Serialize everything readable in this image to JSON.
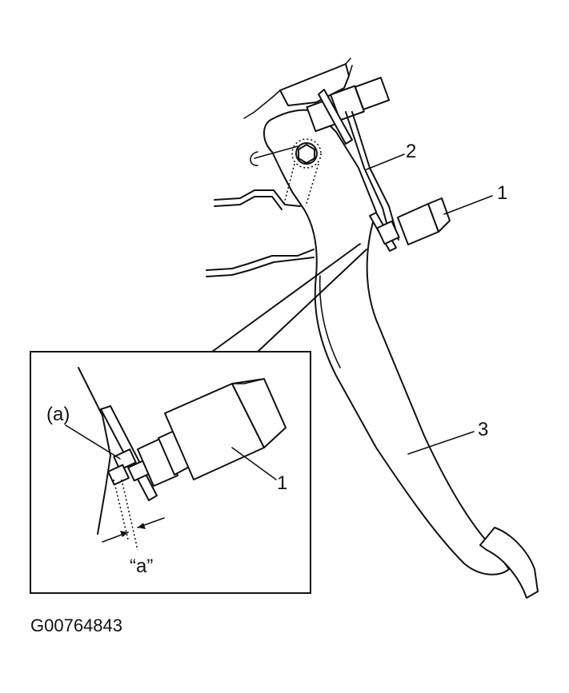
{
  "callouts": {
    "part_1": "1",
    "part_2": "2",
    "part_3": "3",
    "inset_part_1": "1",
    "inset_a_paren": "(a)",
    "inset_a_gap": "“a”"
  },
  "figure_code": "G00764843"
}
